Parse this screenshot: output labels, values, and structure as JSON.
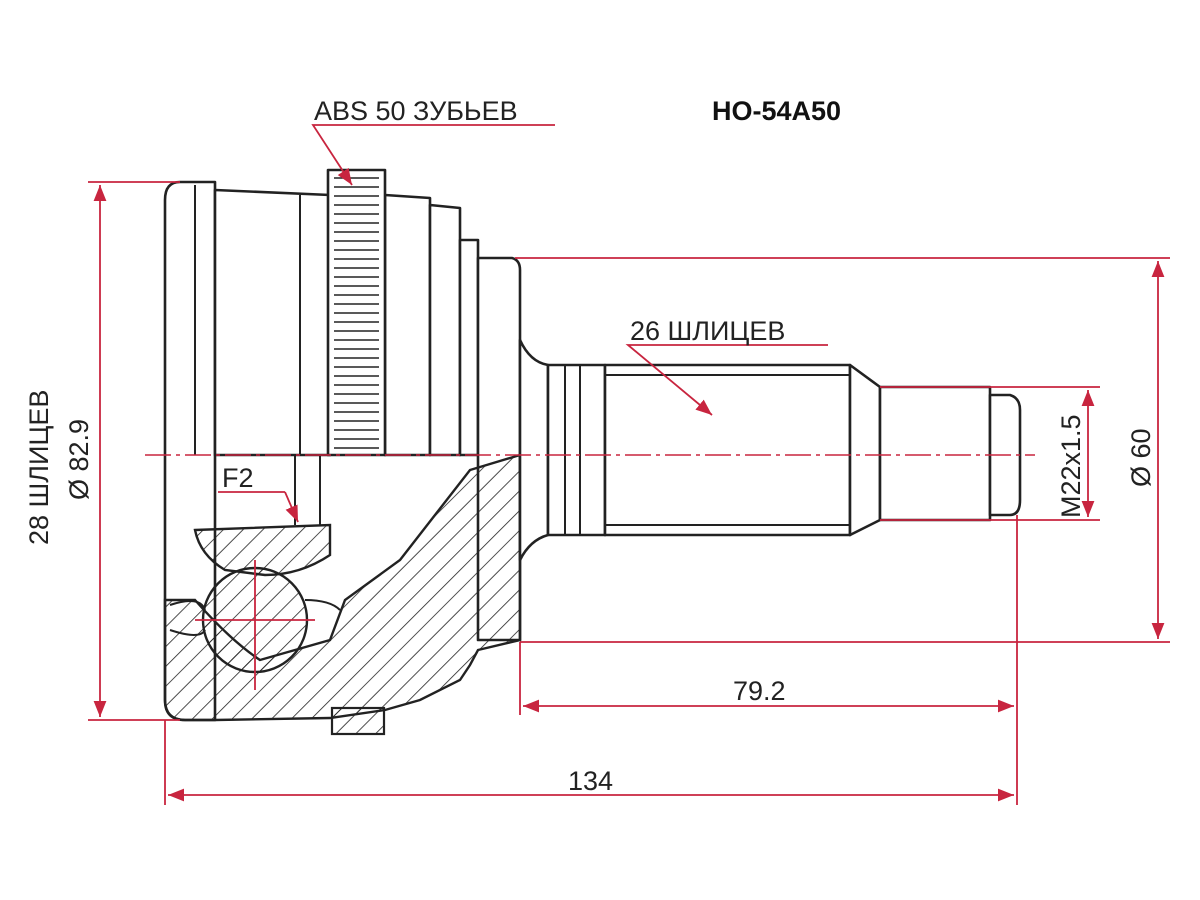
{
  "part_number": "HO-54A50",
  "labels": {
    "abs": "ABS 50 ЗУБЬЕВ",
    "outer_splines": "26 ШЛИЦЕВ",
    "inner_splines": "28 ШЛИЦЕВ",
    "f2": "F2",
    "outer_diameter": "Ø 82.9",
    "thread": "M22x1.5",
    "neck_diameter": "Ø 60",
    "shaft_length": "79.2",
    "total_length": "134"
  },
  "colors": {
    "dimension": "#c8253f",
    "outline": "#222222"
  }
}
